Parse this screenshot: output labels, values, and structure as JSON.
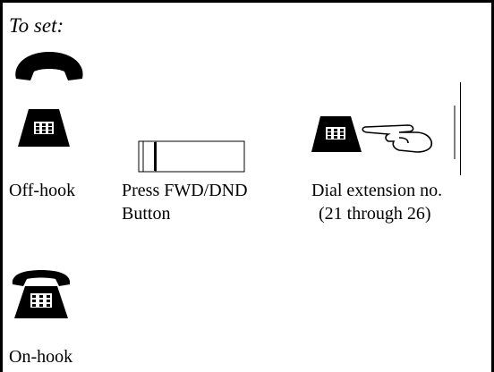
{
  "title": "To set:",
  "steps": [
    {
      "label": "Off-hook",
      "icon": "lifted-handset-and-phone-base-icon"
    },
    {
      "label_line1": "Press FWD/DND",
      "label_line2": "Button",
      "icon": "fwd-dnd-button-icon"
    },
    {
      "label_line1": "Dial extension no.",
      "label_line2": "(21 through 26)",
      "icon": "phone-with-pointing-hand-icon"
    },
    {
      "label": "On-hook",
      "icon": "telephone-on-hook-icon"
    }
  ]
}
